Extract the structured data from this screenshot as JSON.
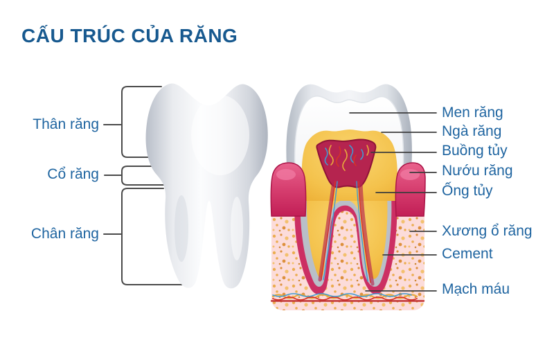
{
  "title": "CẤU TRÚC CỦA RĂNG",
  "left_labels": [
    {
      "label": "Thân răng"
    },
    {
      "label": "Cổ răng"
    },
    {
      "label": "Chân răng"
    }
  ],
  "right_labels": [
    {
      "label": "Men răng"
    },
    {
      "label": "Ngà răng"
    },
    {
      "label": "Buồng tủy"
    },
    {
      "label": "Nướu răng"
    },
    {
      "label": "Ống tủy"
    },
    {
      "label": "Xương ổ răng"
    },
    {
      "label": "Cement"
    },
    {
      "label": "Mạch máu"
    }
  ],
  "colors": {
    "title": "#17598f",
    "label": "#1e64a0",
    "leader_line": "#3c3c3c",
    "bracket_line": "#4a4a4a",
    "enamel_silver": "#c6ccd5",
    "crown_white": "#f7f8fa",
    "dentin_yellow": "#f4c24c",
    "pulp_crimson": "#b5244f",
    "gum_magenta": "#d63e6f",
    "bone_pink": "#fcdcda",
    "bone_speckle_orange": "#e9a841",
    "cement_gray": "#b9bfc8",
    "vessel_red": "#d63328",
    "vessel_blue": "#3f9ad1",
    "vessel_yellow": "#e8a93c"
  }
}
